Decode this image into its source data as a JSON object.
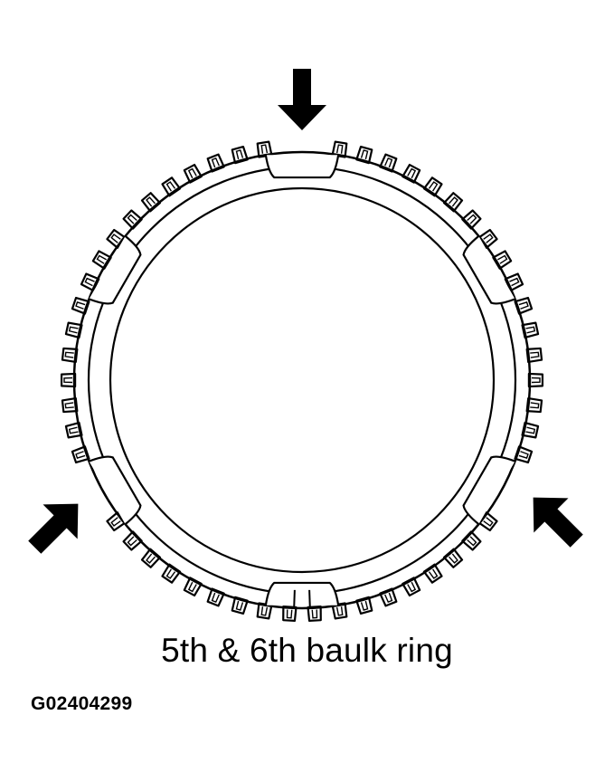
{
  "caption": "5th & 6th baulk ring",
  "figure_id": "G02404299",
  "ring": {
    "tooth_count": 58
  },
  "arrows": [
    {
      "name": "arrow-top",
      "direction": "down"
    },
    {
      "name": "arrow-left",
      "direction": "up-right"
    },
    {
      "name": "arrow-right",
      "direction": "up-left"
    }
  ],
  "colors": {
    "ink": "#000000",
    "paper": "#ffffff"
  }
}
